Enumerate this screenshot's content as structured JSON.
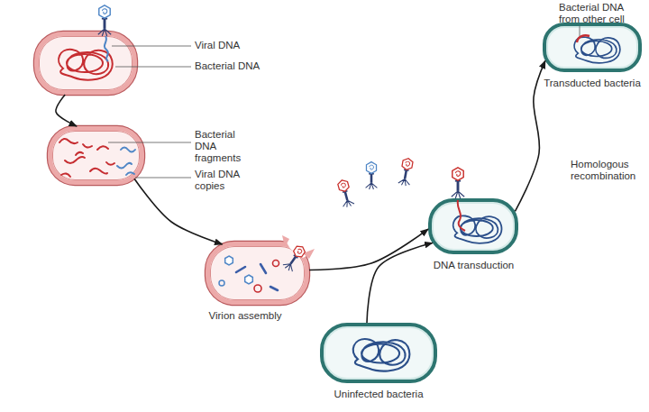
{
  "diagram": {
    "nodes": [
      {
        "text": [
          "Viral DNA",
          "Bacterial DNA"
        ]
      },
      {
        "text": [
          "Bacterial DNA fragments",
          "Viral DNA copies"
        ]
      },
      {
        "text": [
          "Virion assembly"
        ]
      },
      {
        "text": [
          "DNA transduction"
        ]
      },
      {
        "text": [
          "Uninfected bacteria"
        ]
      },
      {
        "text": [
          "Bacterial DNA from other cell",
          "Transducted bacteria"
        ]
      }
    ],
    "edges": [
      {
        "from": 0,
        "to": 1,
        "arrow": "to"
      },
      {
        "from": 1,
        "to": 2,
        "arrow": "to"
      },
      {
        "from": 2,
        "to": 3,
        "arrow": "to"
      },
      {
        "from": 4,
        "to": 3,
        "arrow": "to"
      },
      {
        "from": 3,
        "to": 5,
        "arrow": "to",
        "label": "Homologous recombination"
      }
    ]
  }
}
